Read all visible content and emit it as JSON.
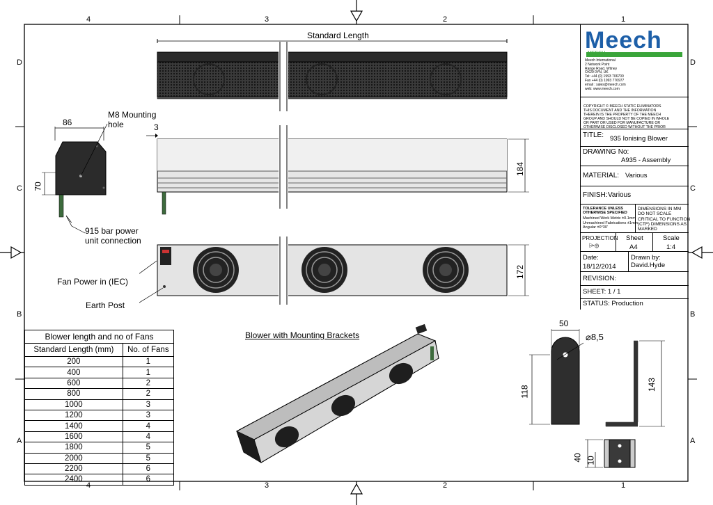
{
  "border_zones": {
    "top": [
      "4",
      "3",
      "2",
      "1"
    ],
    "bottom": [
      "4",
      "3",
      "2",
      "1"
    ],
    "left": [
      "D",
      "C",
      "B",
      "A"
    ],
    "right": [
      "D",
      "C",
      "B",
      "A"
    ]
  },
  "top_view": {
    "label": "Standard Length"
  },
  "side_view": {
    "dim_86": "86",
    "dim_70": "70",
    "dim_3": "3",
    "dim_184": "184",
    "mounting_hole_label": "M8 Mounting\nhole",
    "power_unit_label": "915 bar power\nunit connection"
  },
  "front_view": {
    "dim_172": "172",
    "fan_power_label": "Fan Power in (IEC)",
    "earth_post_label": "Earth Post"
  },
  "iso_view": {
    "title": "Blower with Mounting Brackets"
  },
  "bracket": {
    "dim_50": "50",
    "dim_dia": "⌀8,5",
    "dim_118": "118",
    "dim_143": "143",
    "dim_40": "40",
    "dim_10": "10"
  },
  "fans_table": {
    "title": "Blower length and no of Fans",
    "headers": [
      "Standard Length (mm)",
      "No. of Fans"
    ],
    "rows": [
      [
        "200",
        "1"
      ],
      [
        "400",
        "1"
      ],
      [
        "600",
        "2"
      ],
      [
        "800",
        "2"
      ],
      [
        "1000",
        "3"
      ],
      [
        "1200",
        "3"
      ],
      [
        "1400",
        "4"
      ],
      [
        "1600",
        "4"
      ],
      [
        "1800",
        "5"
      ],
      [
        "2000",
        "5"
      ],
      [
        "2200",
        "6"
      ],
      [
        "2400",
        "6"
      ]
    ]
  },
  "title_block": {
    "logo": "Meech",
    "logo_sub": "MEECH",
    "brand_color": "#1d5fa8",
    "accent_color": "#3aa53a",
    "address": "Meech International\n2 Network Point\nRange Road, Witney\nOX29 0YN, UK\nTel: +44 (0) 1993 706700\nFax +44 (0) 1993 776977\nemail : sales@meech.com\nweb: www.meech.com",
    "copyright": "COPYRIGHT © MEECH STATIC ELIMINATORS\nTHIS DOCUMENT AND THE INFORMATION\nTHEREIN IS THE PROPERTY OF THE MEECH\nGROUP AND SHOULD NOT BE COPIED IN WHOLE\nOR PART OR USED FOR MANUFACTURE OR\nOTHERWISE DISCLOSED WITHOUT THE PRIOR\nWRITTEN CONSENT OF MEECH INTERNATIONAL",
    "title_label": "TITLE:",
    "title_value": "935 Ionising Blower",
    "drawing_label": "DRAWING No:",
    "drawing_value": "A935 - Assembly",
    "material_label": "MATERIAL:",
    "material_value": "Various",
    "finish_label": "FINISH:",
    "finish_value": "Various",
    "tolerance": "TOLERANCE UNLESS\nOTHERWISE SPECIFIED",
    "tolerance_lines": "Machined Work Metric ±0.1mm\nUnmachined Fabrications ±1mm\nAngular ±0°30'",
    "dims_note": "DIMENSIONS IN MM\nDO NOT SCALE",
    "ctf_note": "CRITICAL TO FUNCTION\n(CTF) DIMENSIONS AS\nMARKED",
    "projection_label": "PROJECTION",
    "projection_symbol": "⌲⊕",
    "sheet_label": "Sheet",
    "sheet_value": "A4",
    "scale_label": "Scale",
    "scale_value": "1:4",
    "date_label": "Date:",
    "date_value": "18/12/2014",
    "drawn_label": "Drawn by:",
    "drawn_value": "David.Hyde",
    "revision": "REVISION:",
    "sheet_count": "SHEET: 1 / 1",
    "status": "STATUS: Production"
  }
}
